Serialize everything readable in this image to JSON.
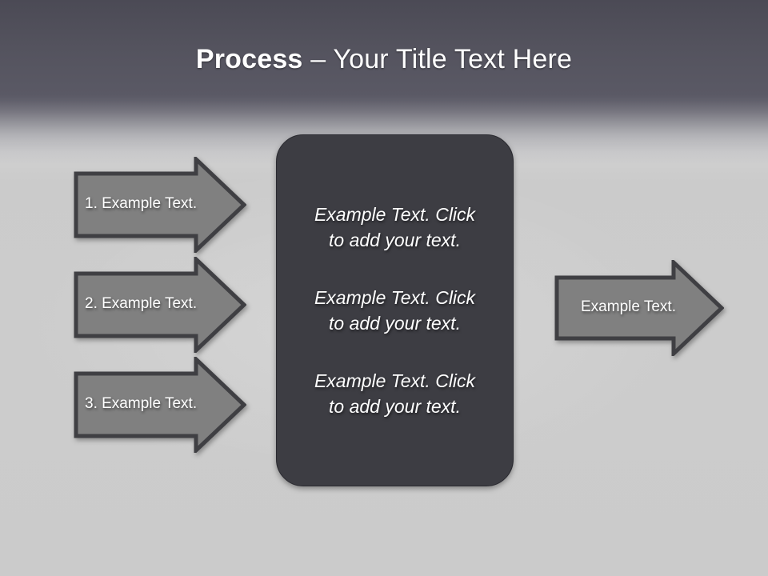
{
  "slide": {
    "title": {
      "bold_part": "Process",
      "rest_part": " – Your Title Text Here"
    },
    "background": {
      "header_color": "#5a5965",
      "body_color": "#cbcbcb"
    }
  },
  "input_arrows": [
    {
      "name": "arrow-step-1",
      "label": "1. Example Text."
    },
    {
      "name": "arrow-step-2",
      "label": "2. Example Text."
    },
    {
      "name": "arrow-step-3",
      "label": "3. Example Text."
    }
  ],
  "center_box": {
    "fill_color": "#3d3d43",
    "paragraphs": [
      "Example Text. Click  to add your text.",
      "Example Text. Click  to add your text.",
      "Example Text. Click  to add your text."
    ]
  },
  "output_arrow": {
    "label": "Example Text."
  },
  "shape_colors": {
    "arrow_fill": "#808080",
    "arrow_stroke": "#3f3f43",
    "text_color": "#ffffff"
  }
}
